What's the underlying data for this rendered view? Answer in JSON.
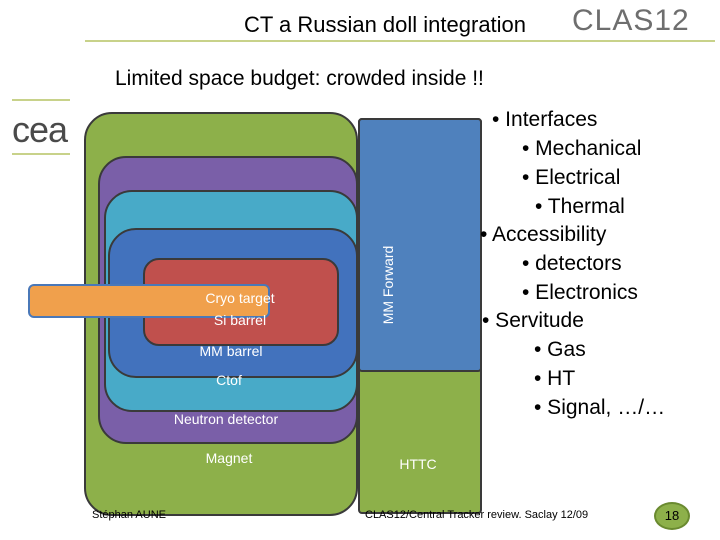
{
  "header": {
    "title": "CT a Russian doll integration",
    "logo_text": "CLAS12"
  },
  "subtitle": "Limited space budget: crowded inside !!",
  "sidebar_logo": "cea",
  "diagram": {
    "labels": {
      "cryo_target": "Cryo target",
      "si_barrel": "Si barrel",
      "mm_barrel": "MM barrel",
      "ctof": "Ctof",
      "neutron_detector": "Neutron detector",
      "magnet": "Magnet",
      "mm_forward": "MM Forward",
      "httc": "HTTC"
    },
    "colors": {
      "magnet": "#8db04a",
      "neutron_detector": "#7a5fa8",
      "ctof": "#48aac8",
      "mm_barrel": "#4272bd",
      "cryo_target": "#c0504d",
      "beam": "#f0a04c",
      "mm_forward": "#4f81bd"
    }
  },
  "bullets": [
    "• Interfaces",
    "• Mechanical",
    "• Electrical",
    "• Thermal",
    "• Accessibility",
    "• detectors",
    "• Electronics",
    "• Servitude",
    "• Gas",
    "• HT",
    "• Signal, …/…"
  ],
  "footer": {
    "author": "Stéphan AUNE",
    "event": "CLAS12/Central Tracker review. Saclay 12/09",
    "page_number": "18"
  }
}
